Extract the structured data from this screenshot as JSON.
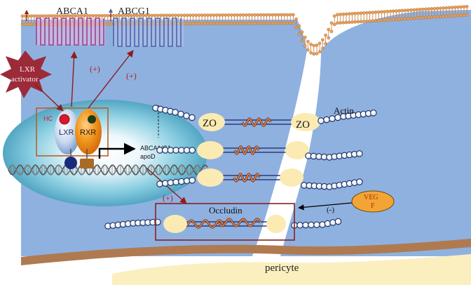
{
  "labels": {
    "abca1": "ABCA1",
    "abcg1": "ABCG1",
    "lxr_activator_line1": "LXR",
    "lxr_activator_line2": "activator",
    "plus_left": "(+)",
    "plus_right": "(+)",
    "plus_occludin": "(+)",
    "hc": "HC",
    "lxr": "LXR",
    "rxr": "RXR",
    "target_genes_line1": "ABCA1/G1",
    "target_genes_line2": "apoD",
    "zo_top_left": "ZO",
    "zo_top_right": "ZO",
    "actin": "Actin",
    "occludin": "Occludin",
    "vegf_line1": "VEG",
    "vegf_line2": "F",
    "minus": "(-)",
    "pericyte": "pericyte"
  },
  "colors": {
    "cell_blue": "#8fb1e0",
    "membrane_orange": "#e8a05a",
    "nucleus_teal": "#5fb6d1",
    "lxr_star": "#9c2b3a",
    "arrow_red": "#8c1c1c",
    "abca1_magenta": "#a04090",
    "abcg1_blue": "#4f63a8",
    "zo_cream": "#fbeab2",
    "vegf_orange": "#f3a534",
    "occludin_box": "#8a2020",
    "rxr_orange": "#f08a1a",
    "pericyte_cream": "#fbefc0",
    "basement_brown": "#b07a50"
  },
  "icons": {
    "lxr_activator": "star-burst-icon",
    "hc_ligand": "red-ball-icon",
    "rxr_ligand": "dark-green-ball-icon",
    "dna": "dna-helix-icon",
    "actin": "bead-chain-icon",
    "occludin_strand": "coiled-strand-icon"
  }
}
